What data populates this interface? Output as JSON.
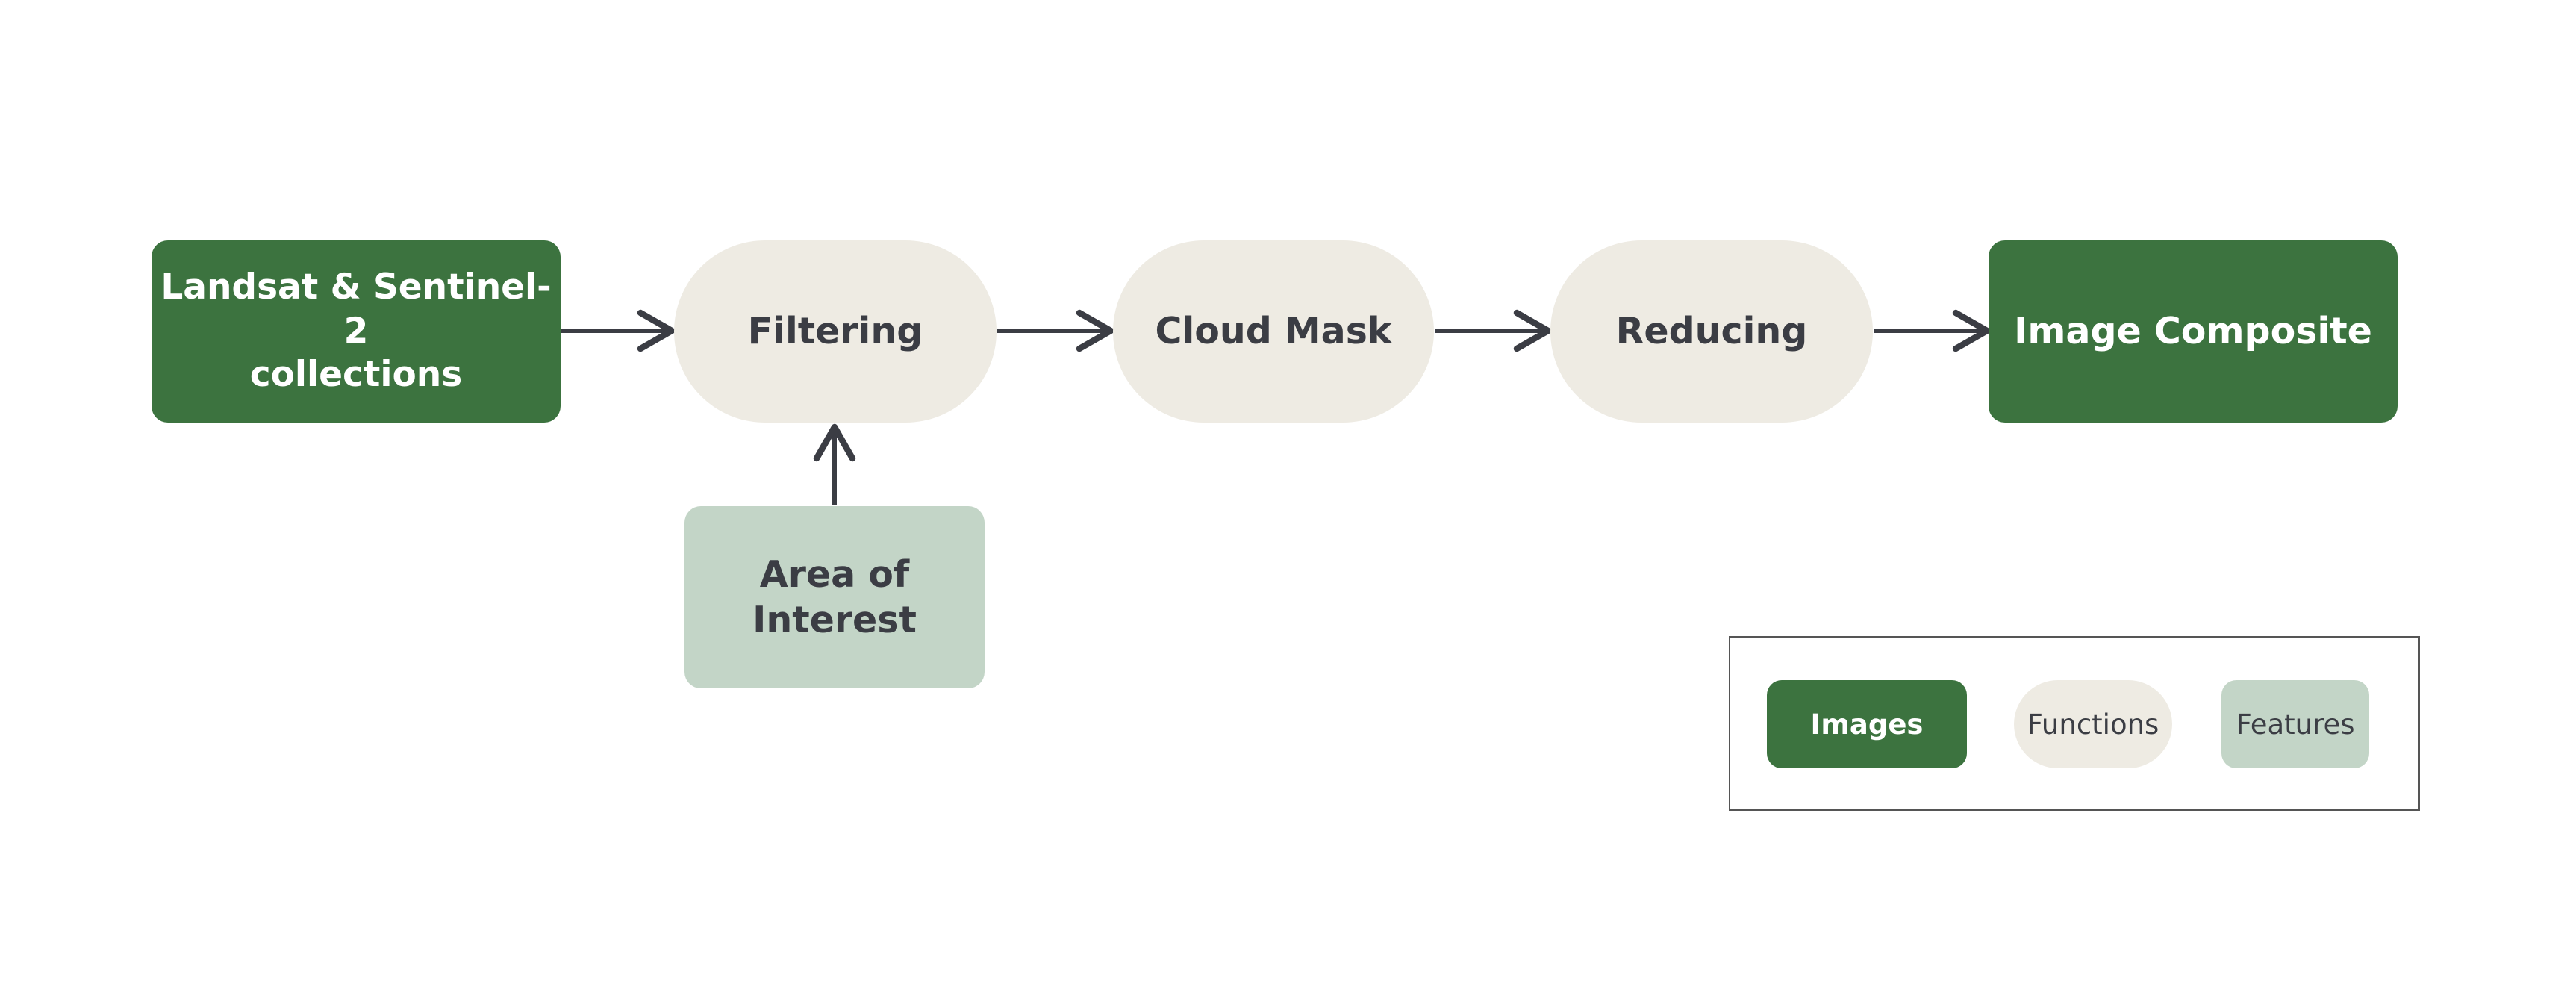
{
  "diagram": {
    "nodes": {
      "collections": "Landsat & Sentinel-2\ncollections",
      "filtering": "Filtering",
      "cloud_mask": "Cloud Mask",
      "reducing": "Reducing",
      "composite": "Image Composite",
      "area_of_interest": "Area of\nInterest"
    },
    "legend": {
      "images": "Images",
      "functions": "Functions",
      "features": "Features"
    },
    "colors": {
      "images": "#3c733f",
      "functions": "#eeebe3",
      "features": "#c3d5c7",
      "arrow": "#3b3d44",
      "legend_border": "#555555"
    }
  }
}
